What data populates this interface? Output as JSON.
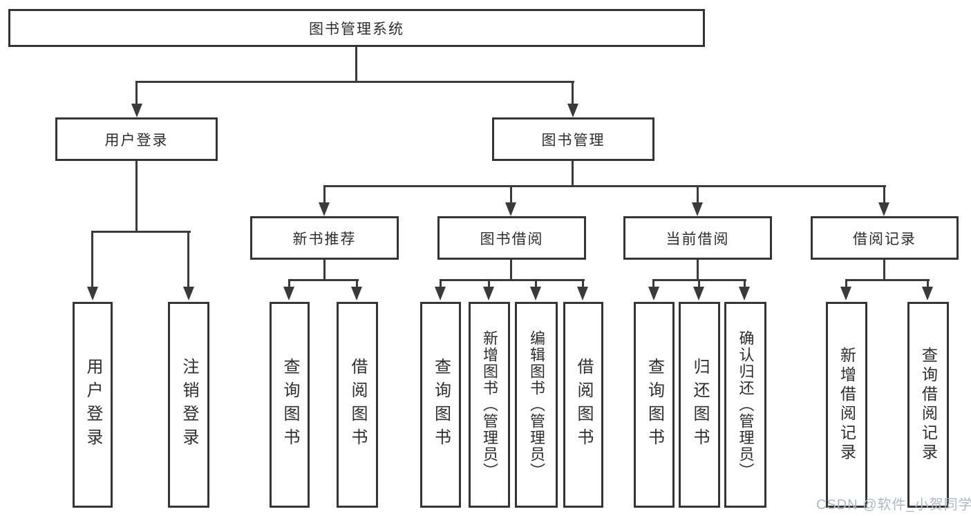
{
  "colors": {
    "line": "#3a3a3a",
    "box_border": "#343434",
    "text": "#2d2d2d",
    "background": "#ffffff",
    "watermark": "#b1b7c1"
  },
  "tree": {
    "root": "图书管理系统",
    "l2": [
      "用户登录",
      "图书管理"
    ],
    "l3": [
      "新书推荐",
      "图书借阅",
      "当前借阅",
      "借阅记录"
    ],
    "leaves": [
      [
        "用户登录",
        "注销登录"
      ],
      [
        "查询图书",
        "借阅图书"
      ],
      [
        "查询图书",
        "新增图书（管理员）",
        "编辑图书（管理员）",
        "借阅图书"
      ],
      [
        "查询图书",
        "归还图书",
        "确认归还（管理员）"
      ],
      [
        "新增借阅记录",
        "查询借阅记录"
      ]
    ]
  },
  "watermark": "CSDN @软件_小贺同学"
}
